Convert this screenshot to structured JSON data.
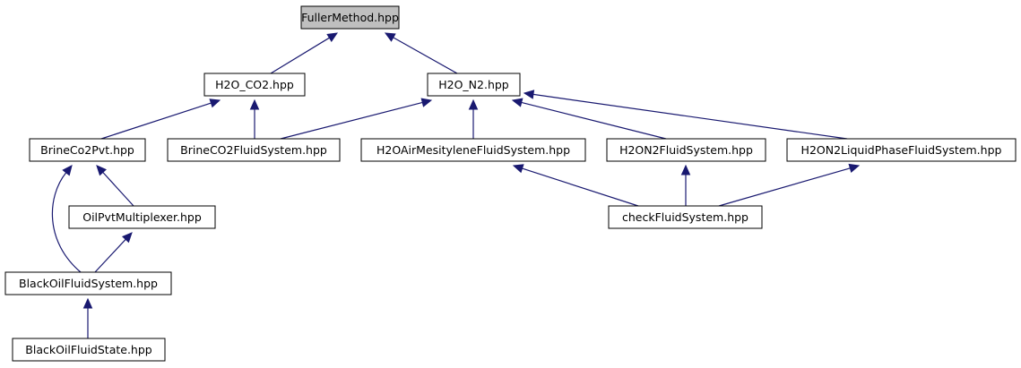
{
  "diagram": {
    "nodes": {
      "fuller": {
        "label": "FullerMethod.hpp",
        "highlighted": true
      },
      "h2o_co2": {
        "label": "H2O_CO2.hpp"
      },
      "h2o_n2": {
        "label": "H2O_N2.hpp"
      },
      "brineco2pvt": {
        "label": "BrineCo2Pvt.hpp"
      },
      "brineco2fs": {
        "label": "BrineCO2FluidSystem.hpp"
      },
      "h2oairmes": {
        "label": "H2OAirMesityleneFluidSystem.hpp"
      },
      "h2on2fs": {
        "label": "H2ON2FluidSystem.hpp"
      },
      "h2on2liq": {
        "label": "H2ON2LiquidPhaseFluidSystem.hpp"
      },
      "oilpvtmux": {
        "label": "OilPvtMultiplexer.hpp"
      },
      "checkfs": {
        "label": "checkFluidSystem.hpp"
      },
      "blackoilfs": {
        "label": "BlackOilFluidSystem.hpp"
      },
      "blackoilstate": {
        "label": "BlackOilFluidState.hpp"
      }
    },
    "edges": [
      {
        "from": "h2o_co2",
        "to": "fuller"
      },
      {
        "from": "h2o_n2",
        "to": "fuller"
      },
      {
        "from": "brineco2pvt",
        "to": "h2o_co2"
      },
      {
        "from": "brineco2fs",
        "to": "h2o_co2"
      },
      {
        "from": "brineco2fs",
        "to": "h2o_n2"
      },
      {
        "from": "h2oairmes",
        "to": "h2o_n2"
      },
      {
        "from": "h2on2fs",
        "to": "h2o_n2"
      },
      {
        "from": "h2on2liq",
        "to": "h2o_n2"
      },
      {
        "from": "oilpvtmux",
        "to": "brineco2pvt"
      },
      {
        "from": "blackoilfs",
        "to": "brineco2pvt"
      },
      {
        "from": "blackoilfs",
        "to": "oilpvtmux"
      },
      {
        "from": "checkfs",
        "to": "h2oairmes"
      },
      {
        "from": "checkfs",
        "to": "h2on2fs"
      },
      {
        "from": "checkfs",
        "to": "h2on2liq"
      },
      {
        "from": "blackoilstate",
        "to": "blackoilfs"
      }
    ],
    "colors": {
      "highlight_fill": "#bfbfbf",
      "node_fill": "#ffffff",
      "edge": "#191970",
      "border": "#000000"
    }
  }
}
